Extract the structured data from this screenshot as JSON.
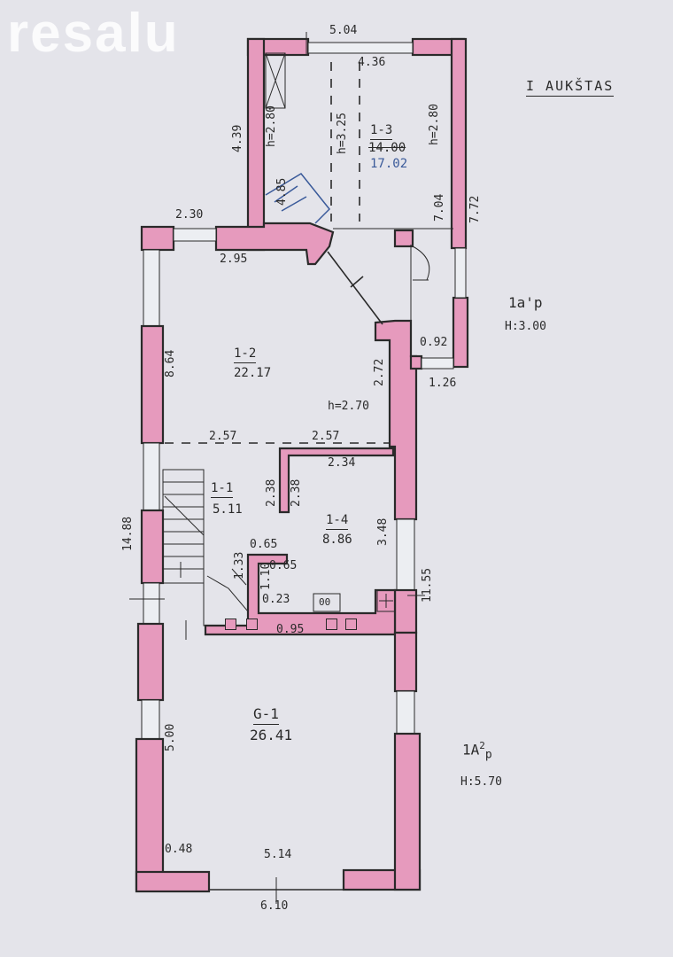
{
  "watermark": "resalu",
  "floor_title": "I AUKŠTAS",
  "rooms": [
    {
      "id": "1-3",
      "area_old": "14.00",
      "area": "17.02"
    },
    {
      "id": "1-2",
      "area": "22.17"
    },
    {
      "id": "1-1",
      "area": "5.11"
    },
    {
      "id": "1-4",
      "area": "8.86"
    },
    {
      "id": "G-1",
      "area": "26.41"
    }
  ],
  "heights": {
    "room_1_2": "h=2.70",
    "room_1_3_left": "h=2.80",
    "room_1_3_mid": "h=3.25",
    "room_1_3_right": "h=2.80"
  },
  "outside_notes": {
    "upper_code": "1a'p",
    "upper_height": "H:3.00",
    "lower_code": "1A",
    "lower_code_sub": "p",
    "lower_code_sup": "2",
    "lower_height": "H:5.70"
  },
  "dimensions": {
    "top_outer": "5.04",
    "top_inner": "4.36",
    "left_top": "4.39",
    "right_top_outer": "7.72",
    "right_top_inner": "7.04",
    "left_wing_outer": "2.30",
    "left_wing_inner": "2.95",
    "stair_width": "4.85",
    "hall_height": "8.64",
    "right_mid": "2.72",
    "porch_inner": "0.92",
    "porch_outer": "1.26",
    "hall_split_left": "2.57",
    "hall_split_right": "2.57",
    "kitchen_width": "2.34",
    "kitchen_left_a": "2.38",
    "kitchen_left_b": "2.38",
    "kitchen_height": "3.48",
    "overall_left": "14.88",
    "overall_right": "11.55",
    "small_065_a": "0.65",
    "small_065_b": "0.65",
    "stair_133": "1.33",
    "small_110": "1.10",
    "small_023": "0.23",
    "small_095": "0.95",
    "garage_height": "5.00",
    "garage_inner": "5.14",
    "garage_wall": "0.48",
    "garage_outer": "6.10"
  },
  "stove_label": "00"
}
